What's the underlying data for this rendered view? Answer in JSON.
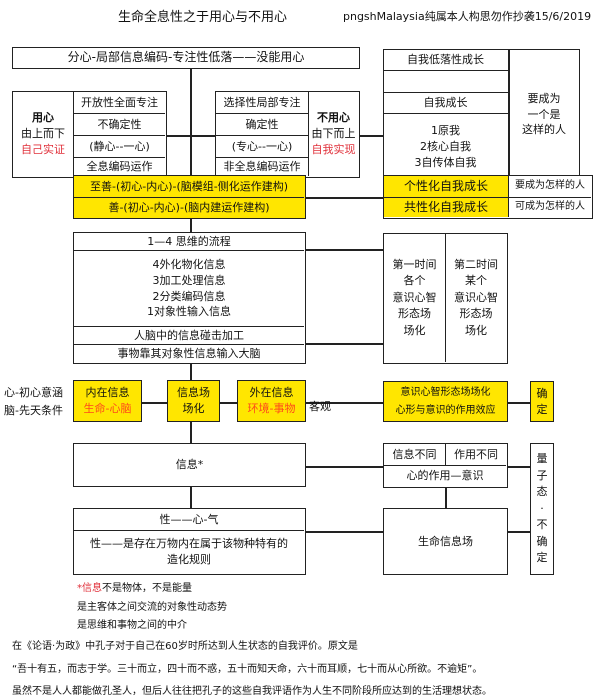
{
  "header": {
    "title": "生命全息性之于用心与不用心",
    "credit": "pngshMalaysia纯属本人构思勿作抄袭15/6/2019"
  },
  "top_bar": "分心-局部信息编码-专注性低落——没能用心",
  "yongxin": {
    "title": "用心",
    "sub": "由上而下",
    "red": "自己实证",
    "rows": [
      "开放性全面专注",
      "不确定性",
      "(静心--一心)",
      "全息编码运作"
    ]
  },
  "buyongxin": {
    "title": "不用心",
    "sub": "由下而上",
    "red": "自我实现",
    "rows": [
      "选择性局部专注",
      "确定性",
      "(专心--一心)",
      "非全息编码运作"
    ]
  },
  "growth": {
    "low": "自我低落性成长",
    "self": "自我成长",
    "list": [
      "1原我",
      "2核心自我",
      "3自传体自我"
    ],
    "become": [
      "要成为",
      "一个是",
      "这样的人"
    ]
  },
  "good": {
    "rows": [
      "至善-(初心-内心)-(脑模组-侧化运作建构)",
      "善-(初心-内心)-(脑内建运作建构)"
    ],
    "right": [
      {
        "label": "个性化自我成长",
        "note": "要成为怎样的人"
      },
      {
        "label": "共性化自我成长",
        "note": "可成为怎样的人"
      }
    ]
  },
  "process": {
    "header": "1—4 思维的流程",
    "steps": [
      "4外化物化信息",
      "3加工处理信息",
      "2分类编码信息",
      "1对象性输入信息"
    ],
    "row2": "人脑中的信息碰击加工",
    "row3": "事物靠其对象性信息输入大脑"
  },
  "time": {
    "first": [
      "第一时间",
      "各个",
      "意识心智",
      "形态场",
      "场化"
    ],
    "second": [
      "第二时间",
      "某个",
      "意识心智",
      "形态场",
      "场化"
    ]
  },
  "info_row": {
    "left_labels": [
      "心-初心意涵",
      "脑-先天条件"
    ],
    "inner": {
      "title": "内在信息",
      "red": "生命-心脑"
    },
    "field": [
      "信息场",
      "场化"
    ],
    "outer": {
      "title": "外在信息",
      "red": "环境-事物"
    },
    "objective": "客观",
    "mind": [
      "意识心智形态场场化",
      "心形与意识的作用效应"
    ],
    "certain": [
      "确",
      "定"
    ]
  },
  "info": {
    "label": "信息*",
    "diff1": "信息不同",
    "diff2": "作用不同",
    "mind_role": "心的作用—意识",
    "quantum": [
      "量",
      "子",
      "态",
      "·",
      "不",
      "确",
      "定"
    ]
  },
  "nature": {
    "top": "性——心-气",
    "body": [
      "性——是存在万物内在属于该物种特有的",
      "造化规则"
    ],
    "life_field": "生命信息场"
  },
  "notes": {
    "star_red": "*信息",
    "line1_rest": "不是物体，不是能量",
    "line2": "是主客体之间交流的对象性动态势",
    "line3": "是思维和事物之间的中介"
  },
  "footer": [
    "在《论语·为政》中孔子对于自己在60岁时所达到人生状态的自我评价。原文是",
    "“吾十有五，而志于学。三十而立，四十而不惑，五十而知天命，六十而耳顺，七十而从心所欲。不逾矩”。",
    "虽然不是人人都能做孔圣人，但后人往往把孔子的这些自我评语作为人生不同阶段所应达到的生活理想状态。"
  ],
  "colors": {
    "yellow": "#ffe600",
    "red": "#e0303a",
    "orange": "#ff4a1a"
  }
}
